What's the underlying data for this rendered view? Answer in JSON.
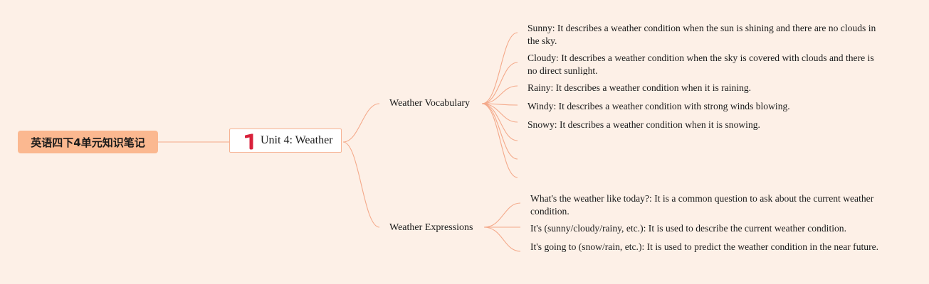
{
  "colors": {
    "background": "#fdf0e7",
    "root_fill": "#fbb890",
    "connector": "#f4a98a",
    "unit_border": "#f6b394",
    "unit_marker": "#d8213b"
  },
  "root": {
    "label": "英语四下4单元知识笔记"
  },
  "unit": {
    "marker_icon": "number-one-marker",
    "label": "Unit 4: Weather"
  },
  "branches": [
    {
      "label": "Weather Vocabulary",
      "leaves": [
        "Sunny: It describes a weather condition when the sun is shining and there are no clouds in the sky.",
        "Cloudy: It describes a weather condition when the sky is covered with clouds and there is no direct sunlight.",
        "Rainy: It describes a weather condition when it is raining.",
        "Windy: It describes a weather condition with strong winds blowing.",
        "Snowy: It describes a weather condition when it is snowing.",
        "",
        "",
        ""
      ]
    },
    {
      "label": "Weather Expressions",
      "leaves": [
        "What's the weather like today?: It is a common question to ask about the current weather condition.",
        "It's (sunny/cloudy/rainy, etc.): It is used to describe the current weather condition.",
        "It's going to (snow/rain, etc.): It is used to predict the weather condition in the near future."
      ]
    }
  ]
}
